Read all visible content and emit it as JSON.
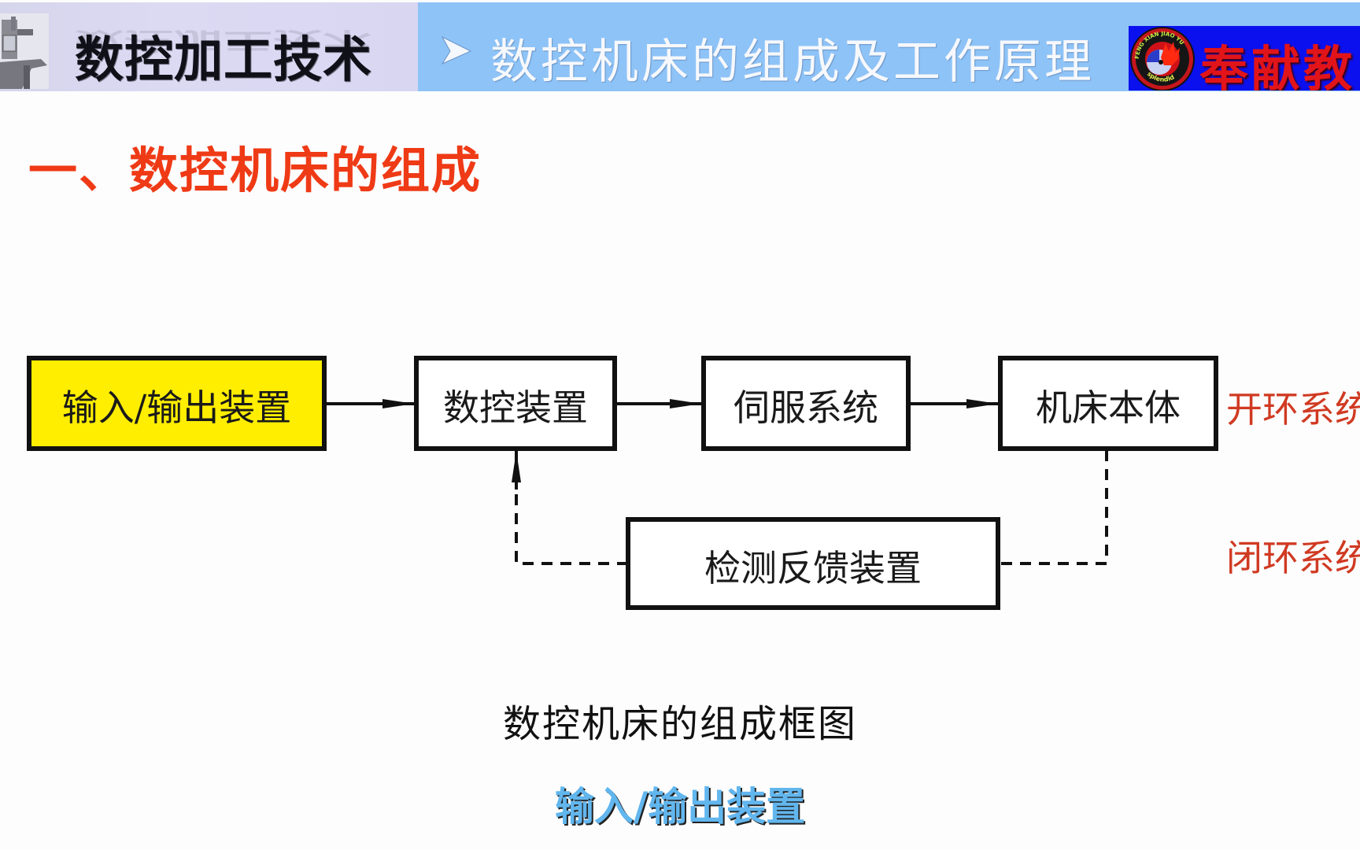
{
  "header": {
    "course_title": "数控加工技术",
    "chapter_title": "数控机床的组成及工作原理",
    "chapter_bullet_icon": "arrow-bullet-icon",
    "logo": {
      "seal_text_top": "FENG XIAN JIAO YU",
      "seal_text_bottom": "splendid",
      "banner_text": "奉献教",
      "colors": {
        "banner": "#0a10ee",
        "text": "#e1141a"
      }
    },
    "colors": {
      "left_band": "#d8d6f1",
      "right_band": "#8ec3f7"
    }
  },
  "section": {
    "heading": "一、数控机床的组成",
    "color": "#ef3a16"
  },
  "diagram": {
    "nodes": [
      {
        "id": "io",
        "label": "输入/输出装置",
        "highlighted": true
      },
      {
        "id": "cnc",
        "label": "数控装置",
        "highlighted": false
      },
      {
        "id": "servo",
        "label": "伺服系统",
        "highlighted": false
      },
      {
        "id": "machine",
        "label": "机床本体",
        "highlighted": false
      },
      {
        "id": "feedback",
        "label": "检测反馈装置",
        "highlighted": false
      }
    ],
    "edges": [
      {
        "from": "io",
        "to": "cnc",
        "style": "solid"
      },
      {
        "from": "cnc",
        "to": "servo",
        "style": "solid"
      },
      {
        "from": "servo",
        "to": "machine",
        "style": "solid"
      },
      {
        "from": "machine",
        "to": "feedback",
        "style": "dashed"
      },
      {
        "from": "feedback",
        "to": "cnc",
        "style": "dashed"
      }
    ],
    "side_labels": {
      "open_loop": "开环系统",
      "closed_loop": "闭环系统"
    },
    "highlight_color": "#ffee00",
    "caption": "数控机床的组成框图"
  },
  "subtitle": "输入/输出装置"
}
